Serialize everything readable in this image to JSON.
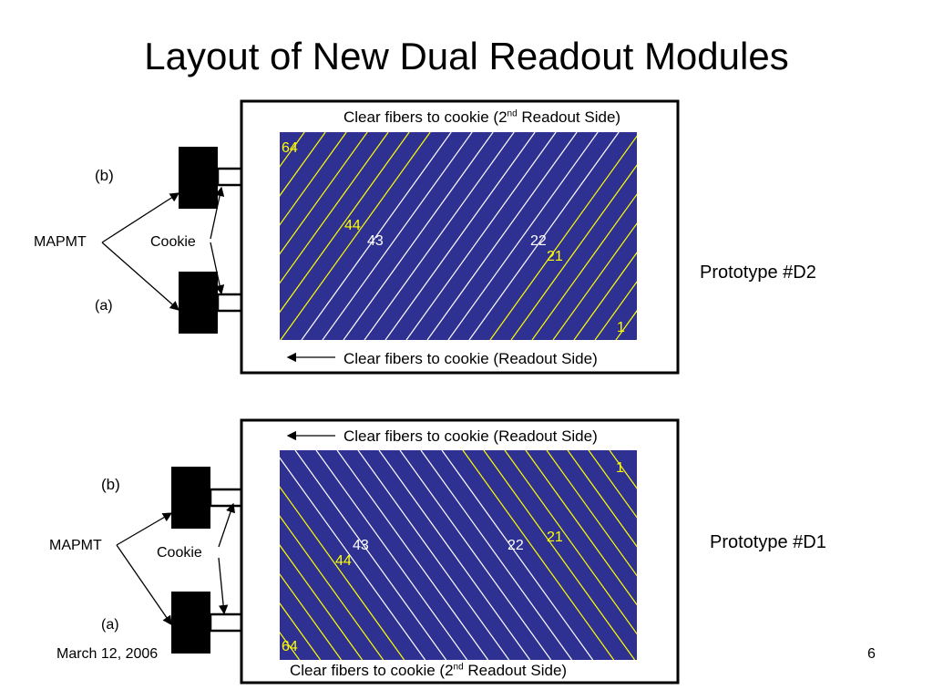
{
  "title": "Layout of New Dual Readout Modules",
  "footer": {
    "date": "March 12, 2006",
    "page": "6"
  },
  "top": {
    "label_b": "(b)",
    "label_a": "(a)",
    "mapmt": "MAPMT",
    "cookie": "Cookie",
    "caption_top_pre": "Clear fibers to cookie (2",
    "caption_top_sup": "nd",
    "caption_top_post": " Readout Side)",
    "caption_bottom": "Clear fibers to cookie (Readout Side)",
    "prototype": "Prototype #D2",
    "fiber_numbers": {
      "n64": "64",
      "n44": "44",
      "n43": "43",
      "n22": "22",
      "n21": "21",
      "n1": "1"
    }
  },
  "bottom": {
    "label_b": "(b)",
    "label_a": "(a)",
    "mapmt": "MAPMT",
    "cookie": "Cookie",
    "caption_top": "Clear fibers to cookie (Readout Side)",
    "caption_bottom_pre": "Clear fibers to cookie (2",
    "caption_bottom_sup": "nd",
    "caption_bottom_post": " Readout Side)",
    "prototype": "Prototype #D1",
    "fiber_numbers": {
      "n1": "1",
      "n21": "21",
      "n43": "43",
      "n22": "22",
      "n44": "44",
      "n64": "64"
    }
  },
  "colors": {
    "panel": "#2e3192",
    "white_fiber": "#ffffff",
    "yellow_fiber": "#ffff00"
  }
}
